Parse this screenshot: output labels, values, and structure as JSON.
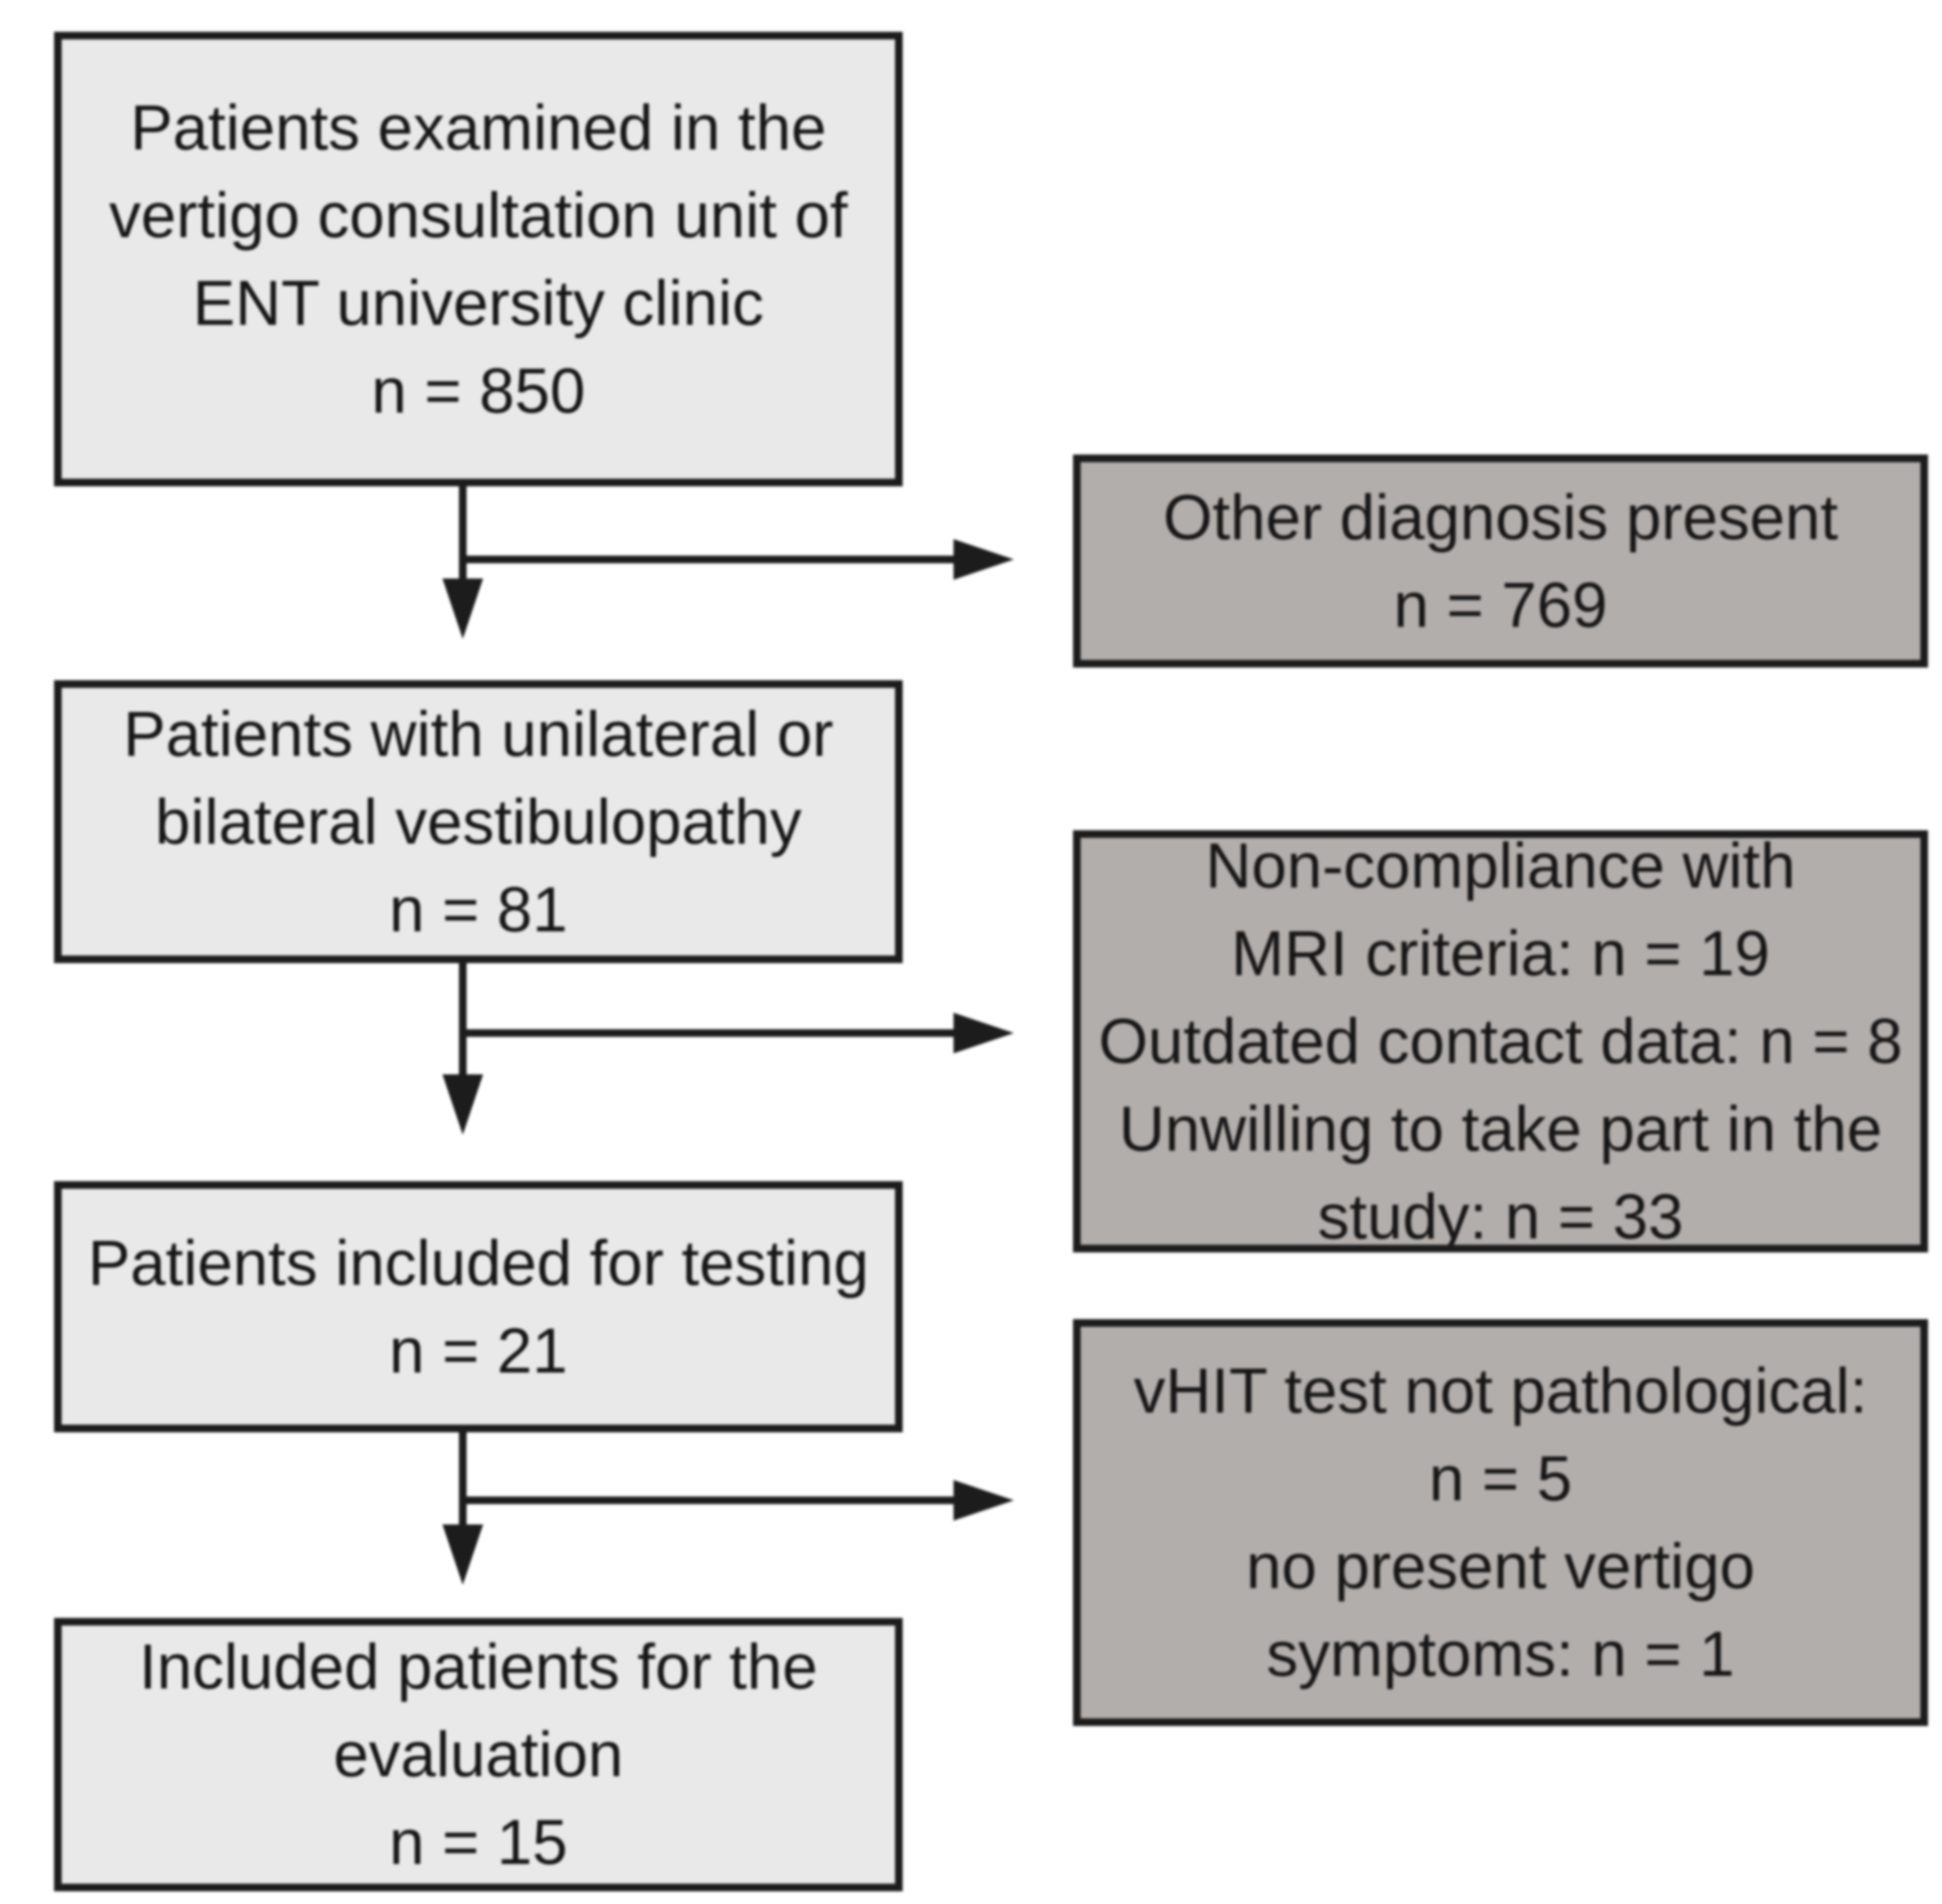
{
  "figure": {
    "type": "patient-flow-diagram",
    "background": "#ffffff",
    "palette": {
      "process_box_fill": "#e9e9e9",
      "exclusion_box_fill": "#b2aeab",
      "box_border": "#1c1c1c",
      "arrow_color": "#1c1c1c",
      "text_color": "#161616"
    },
    "process_boxes": [
      {
        "n": "850",
        "lines": [
          "Patients examined in the",
          "vertigo consultation unit of",
          "ENT university clinic",
          "n = 850"
        ]
      },
      {
        "n": "81",
        "lines": [
          "Patients with unilateral or",
          "bilateral vestibulopathy",
          "n = 81"
        ]
      },
      {
        "n": "21",
        "lines": [
          "Patients included for testing",
          "n = 21"
        ]
      },
      {
        "n": "15",
        "lines": [
          "Included patients for the",
          "evaluation",
          "n = 15"
        ]
      }
    ],
    "exclusion_boxes": [
      {
        "lines": [
          "Other diagnosis present",
          "n = 769"
        ]
      },
      {
        "lines": [
          "Non-compliance with",
          "MRI criteria: n = 19",
          "Outdated contact data: n = 8",
          "Unwilling to take part in the",
          "study: n = 33"
        ]
      },
      {
        "lines": [
          "vHIT test not pathological:",
          "n = 5",
          "no present vertigo",
          "symptoms: n = 1"
        ]
      }
    ]
  }
}
